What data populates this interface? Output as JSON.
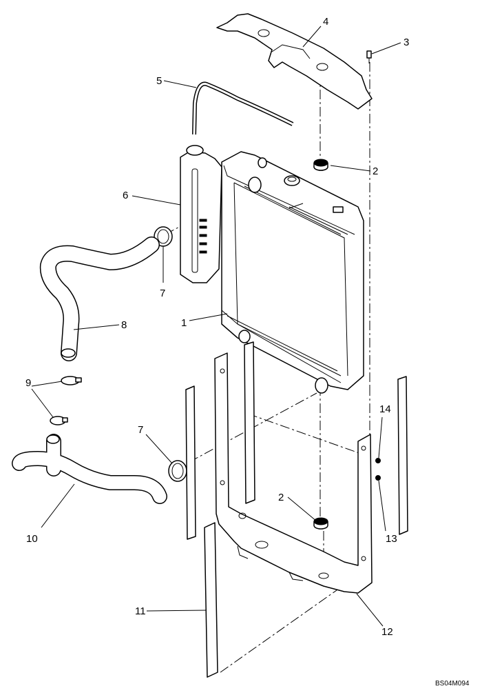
{
  "callouts": {
    "c1": "1",
    "c2a": "2",
    "c2b": "2",
    "c3": "3",
    "c4": "4",
    "c5": "5",
    "c6": "6",
    "c7a": "7",
    "c7b": "7",
    "c8": "8",
    "c9": "9",
    "c10": "10",
    "c11": "11",
    "c12": "12",
    "c13": "13",
    "c14": "14"
  },
  "drawing_ref": "BS04M094"
}
